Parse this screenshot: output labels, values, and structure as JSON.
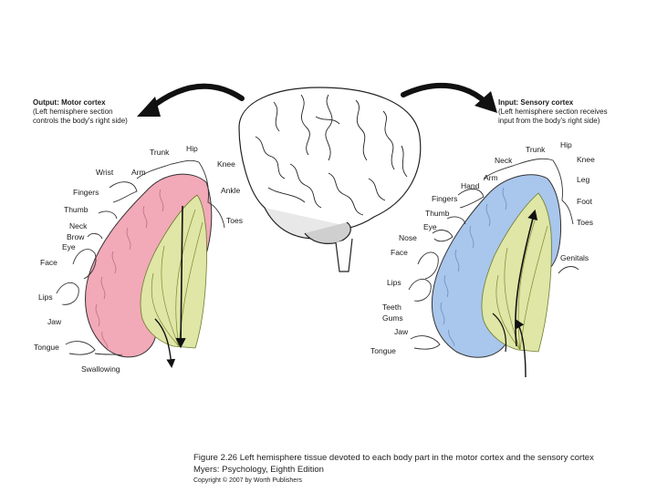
{
  "motor": {
    "title": "Output: Motor cortex",
    "subtitle_line1": "(Left hemisphere section",
    "subtitle_line2": "controls the body's right side)",
    "labels": {
      "trunk": "Trunk",
      "hip": "Hip",
      "knee": "Knee",
      "wrist": "Wrist",
      "arm": "Arm",
      "ankle": "Ankle",
      "fingers": "Fingers",
      "thumb": "Thumb",
      "toes": "Toes",
      "neck": "Neck",
      "brow": "Brow",
      "eye": "Eye",
      "face": "Face",
      "lips": "Lips",
      "jaw": "Jaw",
      "tongue": "Tongue",
      "swallowing": "Swallowing"
    }
  },
  "sensory": {
    "title": "Input: Sensory cortex",
    "subtitle_line1": "(Left hemisphere section receives",
    "subtitle_line2": "input from the body's right side)",
    "labels": {
      "hip": "Hip",
      "trunk": "Trunk",
      "neck": "Neck",
      "knee": "Knee",
      "arm": "Arm",
      "leg": "Leg",
      "hand": "Hand",
      "foot": "Foot",
      "fingers": "Fingers",
      "thumb": "Thumb",
      "toes": "Toes",
      "eye": "Eye",
      "nose": "Nose",
      "genitals": "Genitals",
      "face": "Face",
      "lips": "Lips",
      "teeth": "Teeth",
      "gums": "Gums",
      "jaw": "Jaw",
      "tongue": "Tongue"
    }
  },
  "caption": {
    "line1": "Figure 2.26  Left hemisphere tissue devoted to each body part in the motor cortex and the sensory cortex",
    "line2": "Myers: Psychology, Eighth Edition",
    "line3": "Copyright © 2007 by Worth Publishers"
  },
  "colors": {
    "motor_cortex": "#f2a9b8",
    "sensory_cortex": "#a9c6ec",
    "white_matter": "#dfe6a6",
    "line": "#1a1a1a"
  }
}
